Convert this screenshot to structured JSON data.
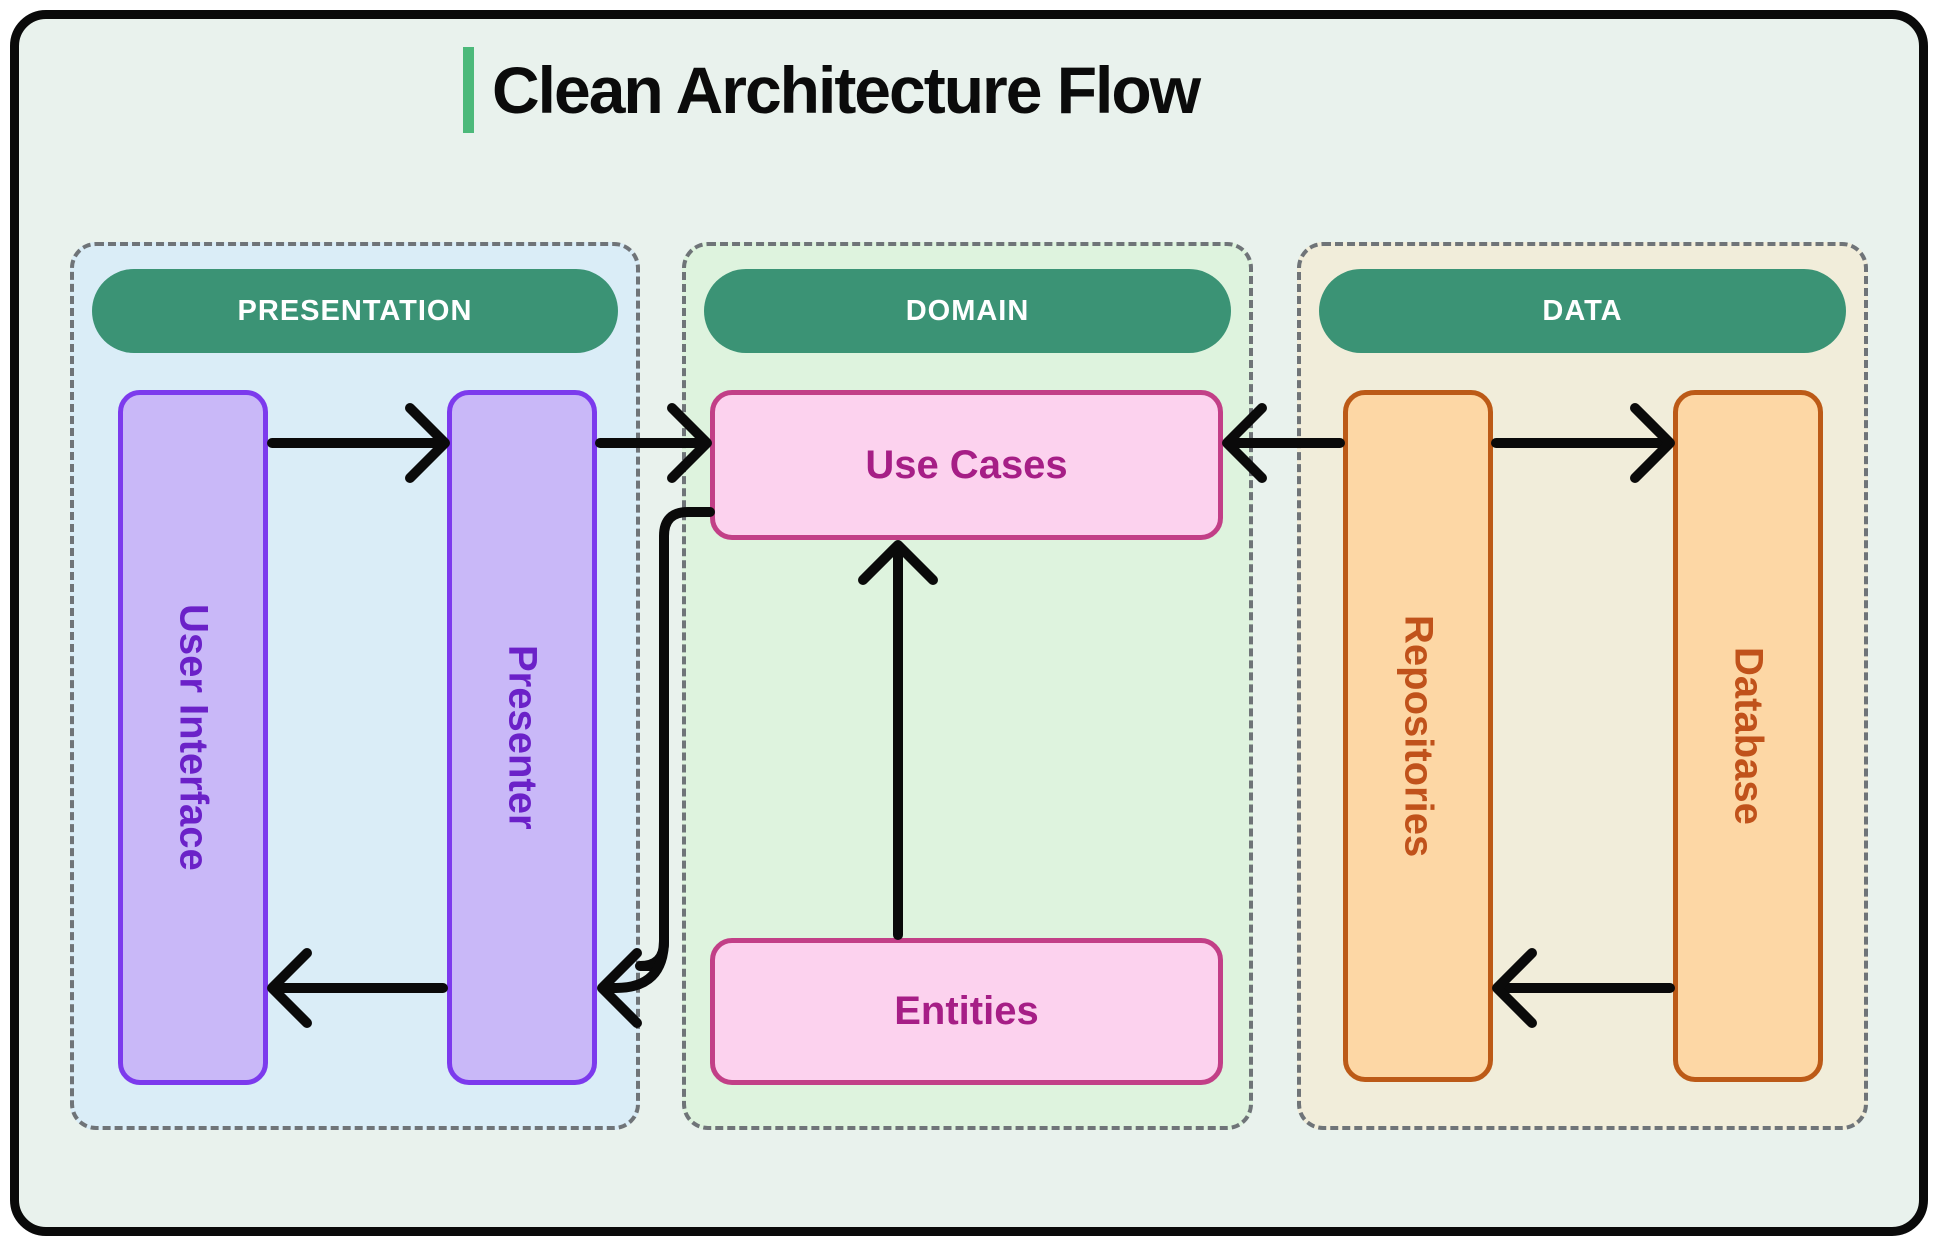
{
  "title": {
    "text": "Clean Architecture Flow",
    "accent_color": "#4cb97a"
  },
  "sections": {
    "presentation": {
      "label": "PRESENTATION",
      "background": "#daedf7"
    },
    "domain": {
      "label": "DOMAIN",
      "background": "#def3de"
    },
    "data": {
      "label": "DATA",
      "background": "#f1edda"
    }
  },
  "section_header_color": "#3b9375",
  "nodes": {
    "user_interface": {
      "label": "User Interface",
      "background": "#c9b8f8",
      "border": "#7c3aed",
      "text_color": "#6b21c8",
      "section": "presentation"
    },
    "presenter": {
      "label": "Presenter",
      "background": "#c9b8f8",
      "border": "#7c3aed",
      "text_color": "#6b21c8",
      "section": "presentation"
    },
    "use_cases": {
      "label": "Use Cases",
      "background": "#fcd2ee",
      "border": "#c23f87",
      "text_color": "#a61e86",
      "section": "domain"
    },
    "entities": {
      "label": "Entities",
      "background": "#fcd2ee",
      "border": "#c23f87",
      "text_color": "#a61e86",
      "section": "domain"
    },
    "repositories": {
      "label": "Repositories",
      "background": "#fdd7a5",
      "border": "#bc5a17",
      "text_color": "#c0521b",
      "section": "data"
    },
    "database": {
      "label": "Database",
      "background": "#fdd7a5",
      "border": "#bc5a17",
      "text_color": "#c0521b",
      "section": "data"
    }
  },
  "arrows": [
    {
      "from": "user_interface",
      "to": "presenter"
    },
    {
      "from": "presenter",
      "to": "use_cases"
    },
    {
      "from": "repositories",
      "to": "use_cases"
    },
    {
      "from": "repositories",
      "to": "database"
    },
    {
      "from": "entities",
      "to": "use_cases"
    },
    {
      "from": "use_cases",
      "to": "presenter"
    },
    {
      "from": "presenter",
      "to": "user_interface"
    },
    {
      "from": "database",
      "to": "repositories"
    }
  ],
  "arrow_color": "#0a0a0a",
  "frame": {
    "background": "#e9f2ed",
    "border_color": "#0a0a0a"
  }
}
